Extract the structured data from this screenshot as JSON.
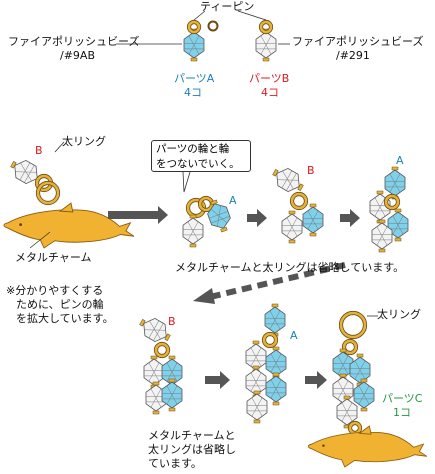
{
  "top": {
    "pin_label": "ティーピン",
    "part_a": {
      "name_line1": "ファイアポリッシュビーズ",
      "name_line2": "/#9AB",
      "label": "パーツA",
      "qty": "4コ"
    },
    "part_b": {
      "name_line1": "ファイアポリッシュビーズ",
      "name_line2": "/#291",
      "label": "パーツB",
      "qty": "4コ"
    }
  },
  "labels": {
    "b_marker": "B",
    "a_marker": "A",
    "big_ring": "太リング",
    "metal_charm": "メタルチャーム",
    "callout_line1": "パーツの輪と輪",
    "callout_line2": "をつないでいく。",
    "omitted_note": "メタルチャームと太リングは省略しています。",
    "enlarge_note_1": "※分かりやすくする",
    "enlarge_note_2": "ために、ピンの輪",
    "enlarge_note_3": "を拡大しています。",
    "omitted_note_b_1": "メタルチャームと",
    "omitted_note_b_2": "太リングは省略し",
    "omitted_note_b_3": "ています。",
    "part_c_label": "パーツC",
    "part_c_qty": "1コ"
  },
  "colors": {
    "blue_bead": "#7fd0ea",
    "white_bead": "#f3f3f3",
    "gold_ring": "#e4b23a",
    "charm": "#f1b232",
    "arrow": "#555555",
    "label_blue": "#1b82b5",
    "label_red": "#e01a22",
    "label_green": "#1f9a45"
  }
}
